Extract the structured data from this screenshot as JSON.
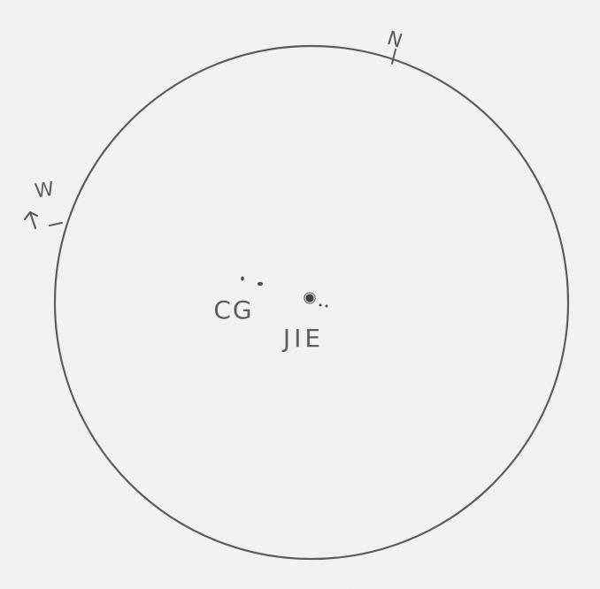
{
  "sketch": {
    "paper_color": "#f3f3f1",
    "pencil_color": "#5d5d5b",
    "compass_labels": {
      "north": "N",
      "west": "W"
    },
    "object_labels": {
      "left_group": "CG",
      "right_group": "JIE"
    }
  }
}
